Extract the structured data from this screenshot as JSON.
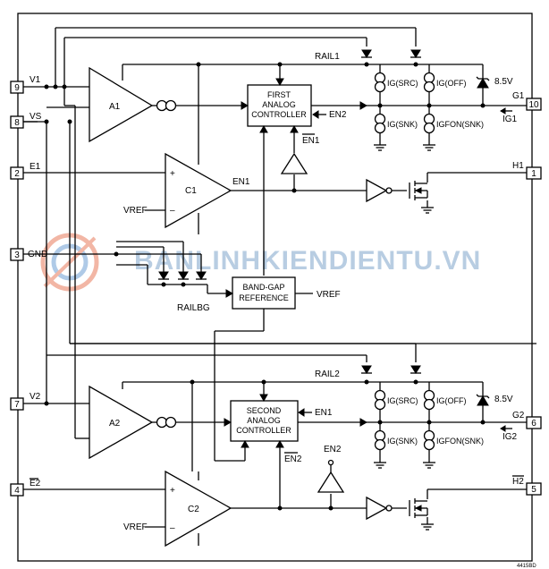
{
  "pins": [
    {
      "num": "9",
      "label": "V1"
    },
    {
      "num": "8",
      "label": "VS"
    },
    {
      "num": "2",
      "label": "E1"
    },
    {
      "num": "3",
      "label": "GND"
    },
    {
      "num": "7",
      "label": "V2"
    },
    {
      "num": "4",
      "label": "E2"
    },
    {
      "num": "10",
      "label": "G1"
    },
    {
      "num": "1",
      "label": "H1"
    },
    {
      "num": "6",
      "label": "G2"
    },
    {
      "num": "5",
      "label": "H2"
    }
  ],
  "amplifiers": {
    "a1": "A1",
    "a2": "A2"
  },
  "comparators": {
    "c1": "C1",
    "c2": "C2",
    "plus": "+",
    "minus": "–"
  },
  "blocks": {
    "first_controller": [
      "FIRST",
      "ANALOG",
      "CONTROLLER"
    ],
    "second_controller": [
      "SECOND",
      "ANALOG",
      "CONTROLLER"
    ],
    "bandgap": [
      "BAND-GAP",
      "REFERENCE"
    ]
  },
  "signals": {
    "rail1": "RAIL1",
    "rail2": "RAIL2",
    "railbg": "RAILBG",
    "en1": "EN1",
    "en2": "EN2",
    "en1_bar": "EN1",
    "en2_bar": "EN2",
    "vref": "VREF",
    "zener": "8.5V",
    "ig1": "IG1",
    "ig2": "IG2"
  },
  "current_sources": {
    "src": "IG(SRC)",
    "off": "IG(OFF)",
    "snk": "IG(SNK)",
    "gfon": "IGFON(SNK)"
  },
  "watermark": "BANLINHKIENDIENTU.VN",
  "figure_id": "4415BD"
}
